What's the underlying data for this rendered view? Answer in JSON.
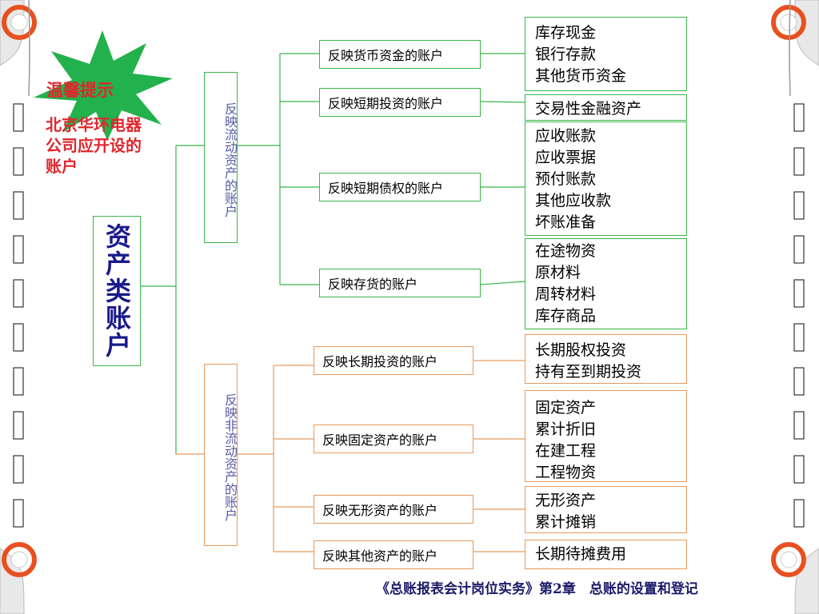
{
  "tip": {
    "title": "温馨提示",
    "body": "北京华环电器公司应开设的账户"
  },
  "root": "资产类账户",
  "current": {
    "label": "反映流动资产的账户",
    "categories": [
      {
        "label": "反映货币资金的账户",
        "accounts": [
          "库存现金",
          "银行存款",
          "其他货币资金"
        ]
      },
      {
        "label": "反映短期投资的账户",
        "accounts": [
          "交易性金融资产"
        ]
      },
      {
        "label": "反映短期债权的账户",
        "accounts": [
          "应收账款",
          "应收票据",
          "预付账款",
          "其他应收款",
          "坏账准备"
        ]
      },
      {
        "label": "反映存货的账户",
        "accounts": [
          "在途物资",
          "原材料",
          "周转材料",
          "库存商品"
        ]
      }
    ]
  },
  "noncurrent": {
    "label": "反映非流动资产的账户",
    "categories": [
      {
        "label": "反映长期投资的账户",
        "accounts": [
          "长期股权投资",
          "持有至到期投资"
        ]
      },
      {
        "label": "反映固定资产的账户",
        "accounts": [
          "固定资产",
          "累计折旧",
          "在建工程",
          "工程物资"
        ]
      },
      {
        "label": "反映无形资产的账户",
        "accounts": [
          "无形资产",
          "累计摊销"
        ]
      },
      {
        "label": "反映其他资产的账户",
        "accounts": [
          "长期待摊费用"
        ]
      }
    ]
  },
  "footer": {
    "book": "《总账报表会计岗位实务》",
    "chapter": "第2章　总账的设置和登记"
  },
  "colors": {
    "green": "#39b54a",
    "orange": "#e89a5a",
    "tip_red": "#e1262d",
    "starburst": "#22b14c",
    "root_text": "#1a1a8c"
  }
}
